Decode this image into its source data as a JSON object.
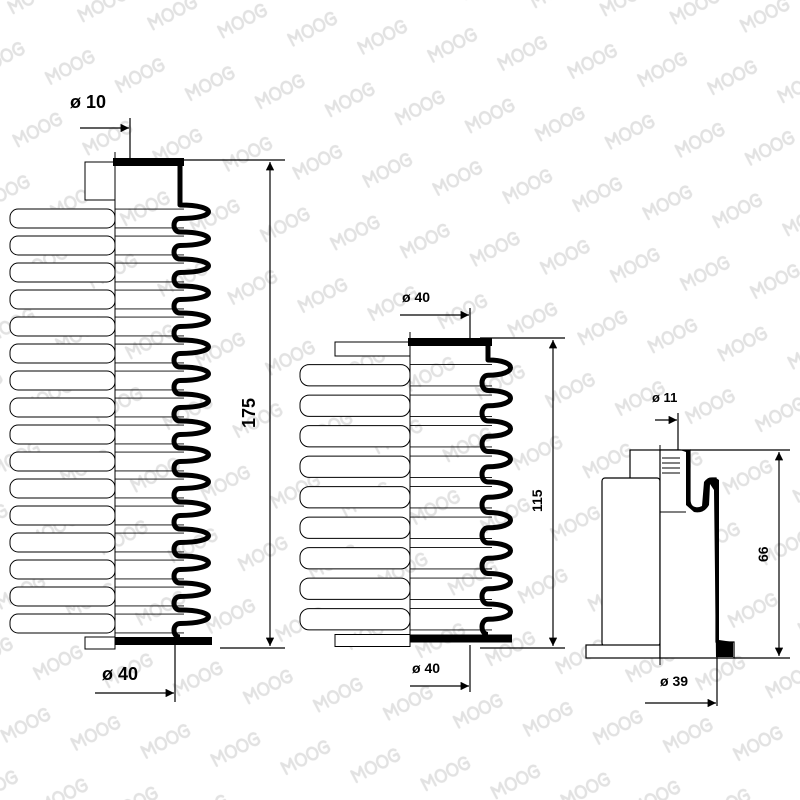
{
  "watermark": "MOOG",
  "colors": {
    "line": "#000000",
    "watermark": "#e2e2e2",
    "background": "#ffffff"
  },
  "parts": [
    {
      "name": "large-bellows",
      "top_diameter": "ø 10",
      "height": "175",
      "bottom_diameter": "ø 40"
    },
    {
      "name": "medium-bellows",
      "top_diameter": "ø 40",
      "height": "115",
      "bottom_diameter": "ø 40"
    },
    {
      "name": "small-boot",
      "top_diameter": "ø 11",
      "height": "66",
      "bottom_diameter": "ø 39"
    }
  ]
}
